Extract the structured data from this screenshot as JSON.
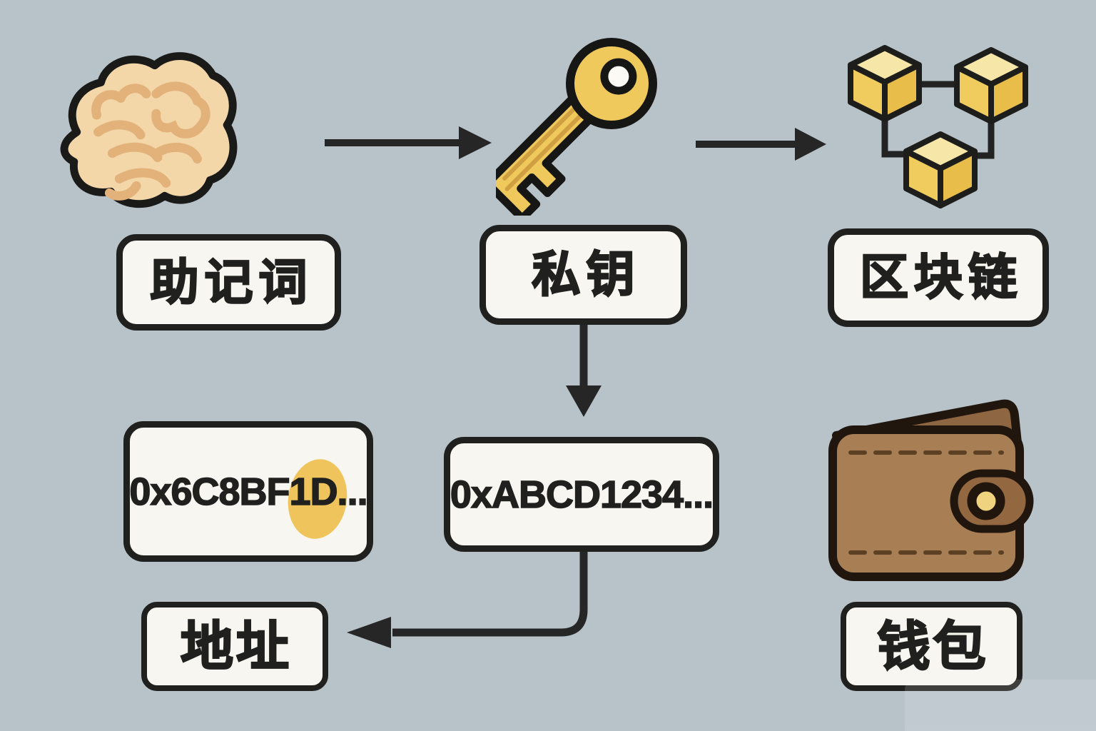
{
  "diagram": {
    "background": "#b7c2c9",
    "nodes": {
      "mnemonic": {
        "label": "助记词",
        "icon": "brain-icon"
      },
      "private_key": {
        "label": "私钥",
        "icon": "key-icon"
      },
      "blockchain": {
        "label": "区块链",
        "icon": "blockchain-cubes-icon"
      },
      "mnemonic_value": {
        "value": "0x6C8BF1D..."
      },
      "private_key_value": {
        "value": "0xABCD1234..."
      },
      "address": {
        "label": "地址"
      },
      "wallet": {
        "label": "钱包",
        "icon": "wallet-icon"
      }
    },
    "flows": [
      {
        "from": "mnemonic",
        "to": "private_key"
      },
      {
        "from": "private_key",
        "to": "blockchain"
      },
      {
        "from": "private_key",
        "to": "private_key_value"
      },
      {
        "from": "private_key_value",
        "to": "address"
      }
    ],
    "colors": {
      "outline": "#20201e",
      "box_fill": "#f8f6f0",
      "arrow": "#262626",
      "gold": "#efc95c",
      "gold_light": "#f6e6a8",
      "gold_dark": "#e9bd4a",
      "brain_fill": "#f4d7a9",
      "brain_line": "#e2b27a",
      "wallet_brown": "#a87e54",
      "wallet_flap": "#8e6642",
      "clasp_brown": "#936740",
      "button_gold": "#f0d37e",
      "highlight_blob": "#f0c45c"
    }
  }
}
